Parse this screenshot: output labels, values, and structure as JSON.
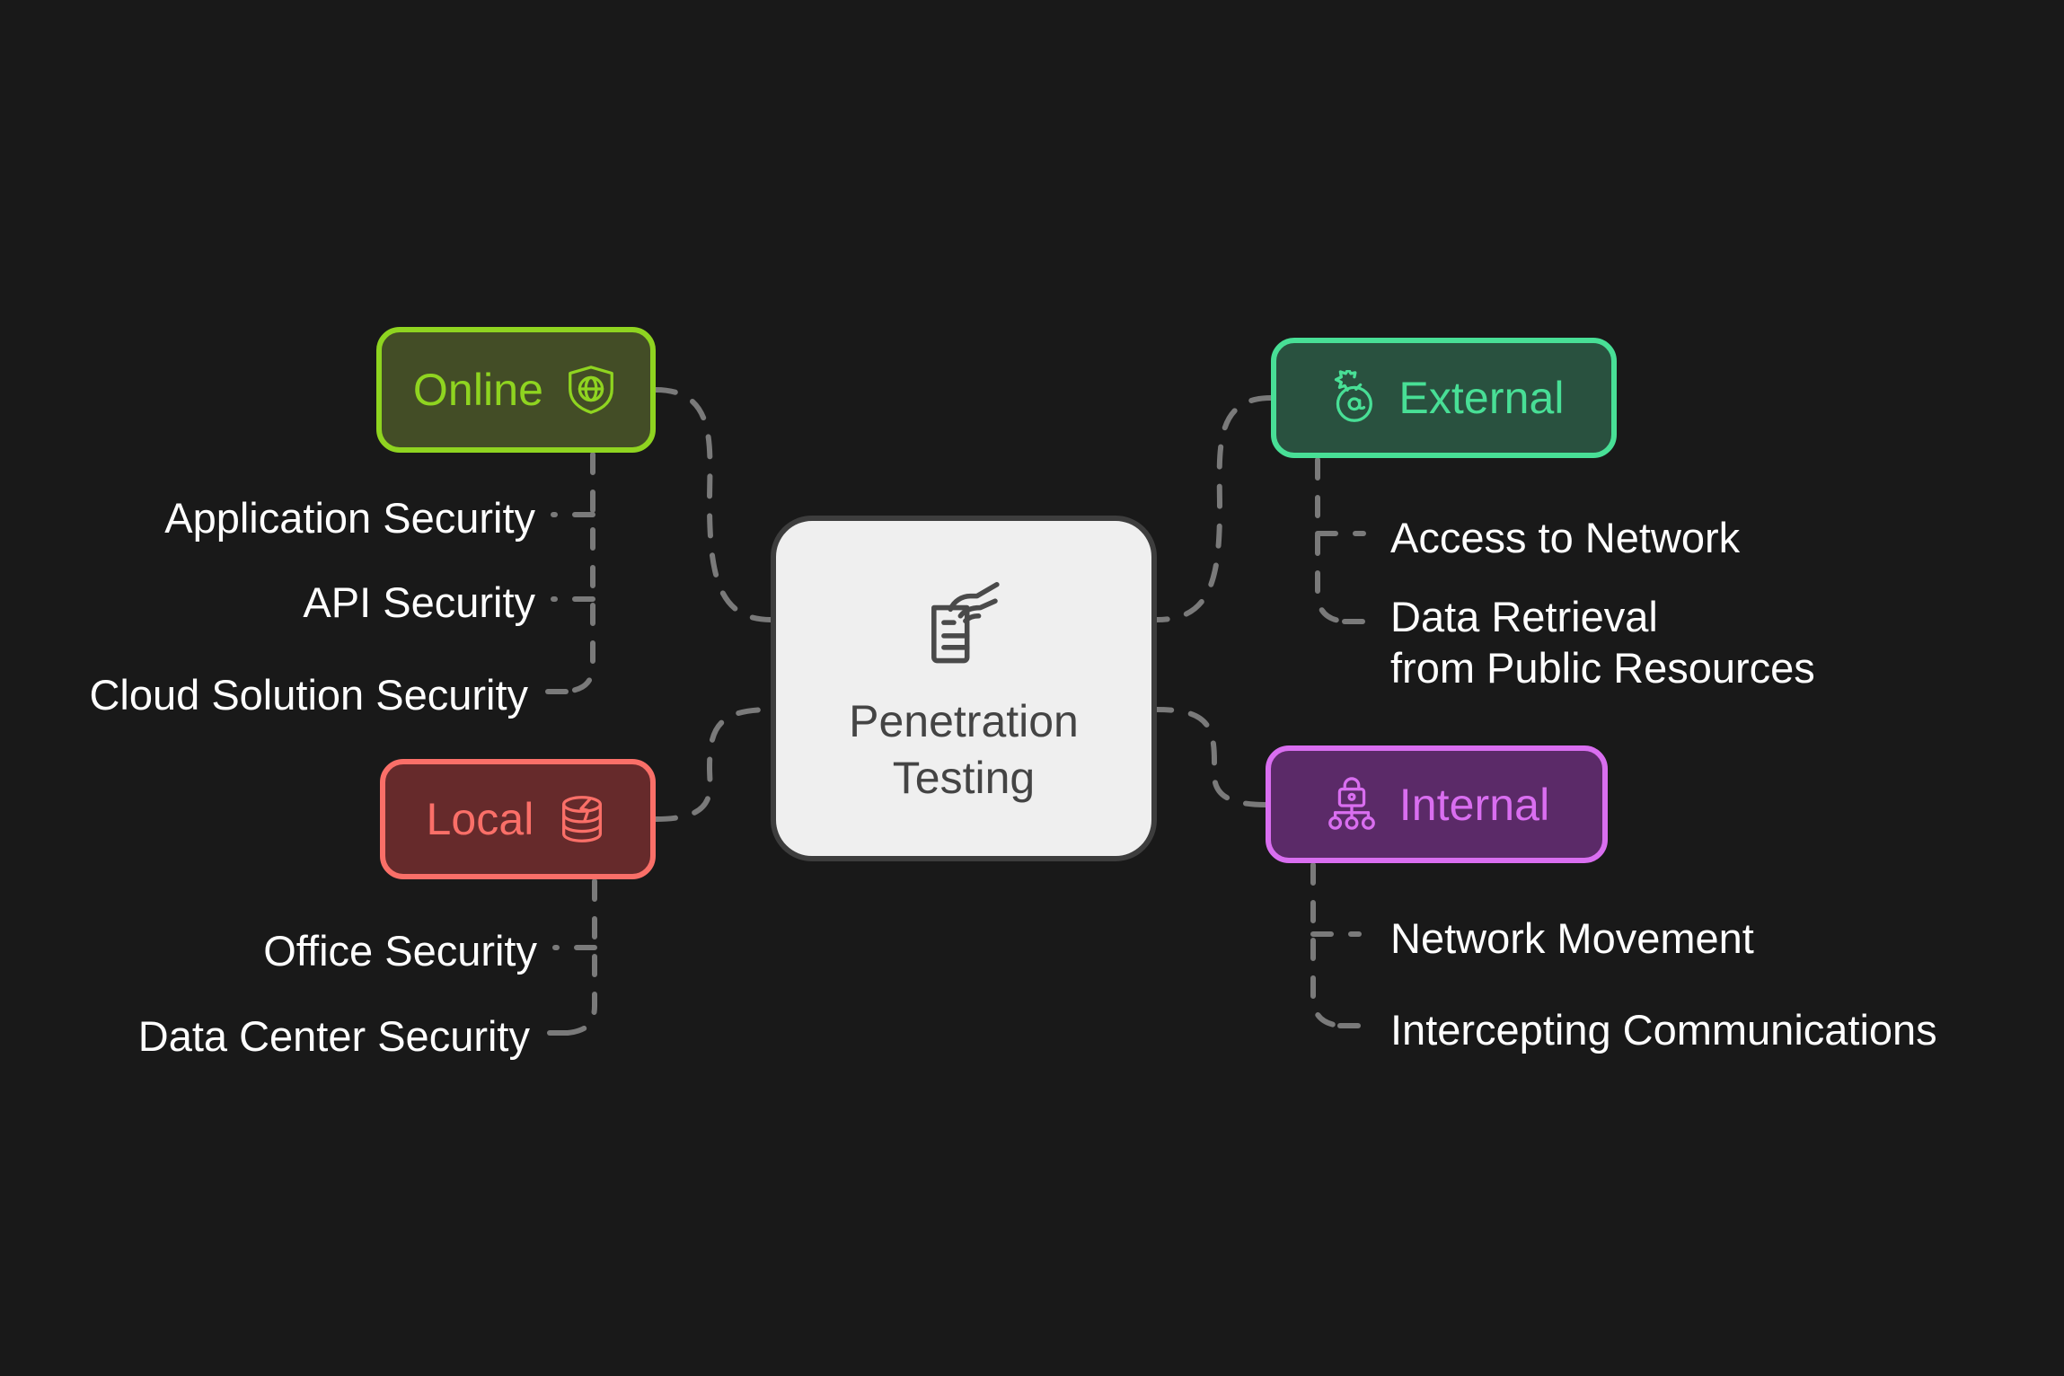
{
  "canvas": {
    "background": "#191919",
    "connector_color": "#7a7a7a",
    "leaf_text_color": "#ffffff"
  },
  "center": {
    "title": "Penetration\nTesting",
    "icon": "hand-writing-document-icon",
    "fill": "#efefef",
    "border": "#3d3d3d",
    "text_color": "#444444"
  },
  "branches": [
    {
      "id": "online",
      "label": "Online",
      "icon": "shield-globe-icon",
      "icon_side": "right",
      "fill": "#434d26",
      "accent": "#8fd420",
      "leaves": [
        "Application Security",
        "API Security",
        "Cloud Solution Security"
      ]
    },
    {
      "id": "local",
      "label": "Local",
      "icon": "database-stack-icon",
      "icon_side": "right",
      "fill": "#662a2b",
      "accent": "#fa6f68",
      "leaves": [
        "Office Security",
        "Data Center Security"
      ]
    },
    {
      "id": "external",
      "label": "External",
      "icon": "bomb-at-sign-icon",
      "icon_side": "left",
      "fill": "#29513f",
      "accent": "#48df96",
      "leaves": [
        "Access to Network",
        "Data Retrieval\nfrom Public Resources"
      ]
    },
    {
      "id": "internal",
      "label": "Internal",
      "icon": "lock-network-tree-icon",
      "icon_side": "left",
      "fill": "#5b2a68",
      "accent": "#d96ef0",
      "leaves": [
        "Network Movement",
        "Intercepting Communications"
      ]
    }
  ]
}
